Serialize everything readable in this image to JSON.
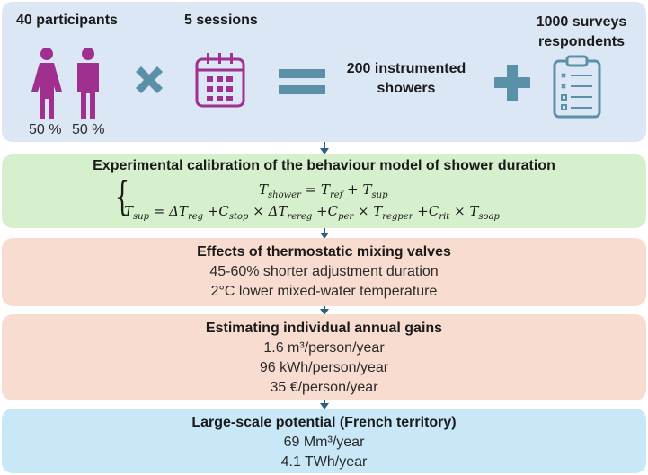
{
  "top": {
    "participants": "40 participants",
    "sessions": "5 sessions",
    "showers": "200 instrumented showers",
    "surveys": "1000 surveys respondents",
    "pct_female": "50 %",
    "pct_male": "50 %"
  },
  "calibration": {
    "title": "Experimental calibration of the behaviour model of shower duration"
  },
  "valves": {
    "title": "Effects of thermostatic mixing valves",
    "lines": [
      "45-60% shorter adjustment duration",
      "2°C lower mixed-water temperature"
    ]
  },
  "gains": {
    "title": "Estimating individual annual gains",
    "lines": [
      "1.6 m³/person/year",
      "96 kWh/person/year",
      "35 €/person/year"
    ]
  },
  "potential": {
    "title": "Large-scale potential (French territory)",
    "lines": [
      "69 Mm³/year",
      "4.1 TWh/year"
    ]
  },
  "colors": {
    "purple": "#a0308f",
    "teal": "#5b91a8",
    "arrow": "#2d5f7f"
  }
}
